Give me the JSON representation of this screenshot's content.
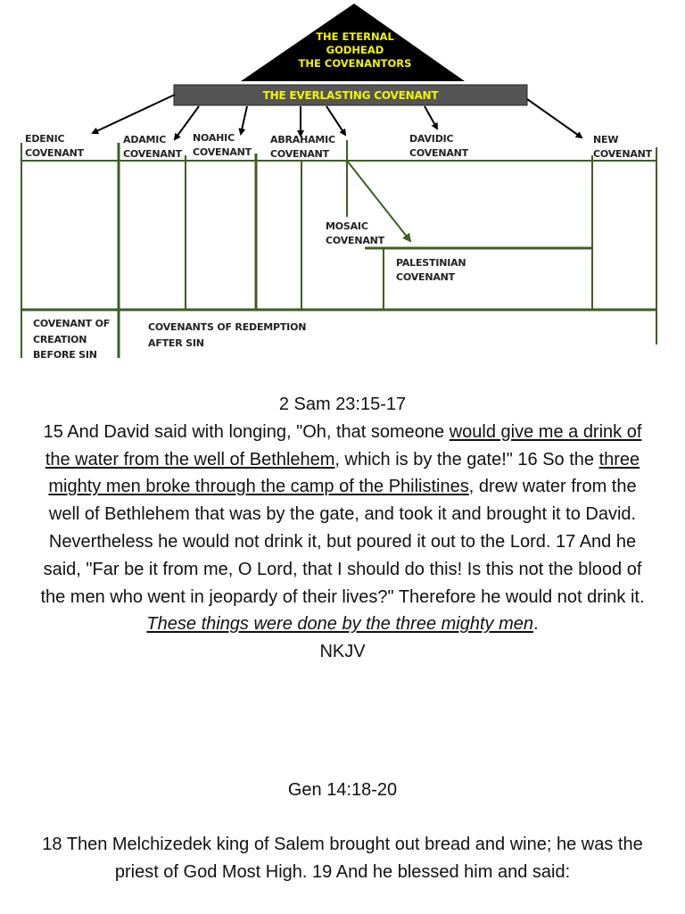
{
  "diagram": {
    "apex": {
      "line1": "THE ETERNAL",
      "line2": "GODHEAD",
      "line3": "THE COVENANTORS"
    },
    "banner": "THE EVERLASTING COVENANT",
    "covenants": [
      {
        "l1": "EDENIC",
        "l2": "COVENANT"
      },
      {
        "l1": "ADAMIC",
        "l2": "COVENANT"
      },
      {
        "l1": "NOAHIC",
        "l2": "COVENANT"
      },
      {
        "l1": "ABRAHAMIC",
        "l2": "COVENANT"
      },
      {
        "l1": "DAVIDIC",
        "l2": "COVENANT"
      },
      {
        "l1": "NEW",
        "l2": "COVENANT"
      },
      {
        "l1": "MOSAIC",
        "l2": "COVENANT"
      },
      {
        "l1": "PALESTINIAN",
        "l2": "COVENANT"
      }
    ],
    "bottom_left": {
      "l1": "COVENANT OF",
      "l2": "CREATION",
      "l3": "BEFORE SIN"
    },
    "bottom_right": {
      "l1": "COVENANTS OF REDEMPTION",
      "l2": "AFTER SIN"
    },
    "colors": {
      "line": "#3c5f23",
      "apex": "#000000",
      "banner": "#555555",
      "banner_text": "#f5f500"
    }
  },
  "passage1": {
    "reference": "2 Sam 23:15-17",
    "t1": "15 And David said with longing, \"Oh, that someone ",
    "u1": "would give me a drink of the water from the well of Bethlehem",
    "t2": ", which is by the gate!\" 16 So the ",
    "u2": "three mighty men broke through the camp of the Philistines",
    "t3": ", drew water from the well of Bethlehem that was by the gate, and took it and brought it to David. Nevertheless he would not drink it, but poured it out to the Lord. 17 And he said, \"Far be it from me, O Lord, that I should do this! Is this not the blood of the men who went in jeopardy of their lives?\" Therefore he would not drink it.",
    "note": "These things were done by the three mighty men",
    "note_end": ".",
    "version": "NKJV"
  },
  "passage2": {
    "reference": "Gen 14:18-20",
    "text": "18 Then Melchizedek king of Salem brought out bread and wine; he was the priest of God Most High. 19 And he blessed him and said:"
  }
}
